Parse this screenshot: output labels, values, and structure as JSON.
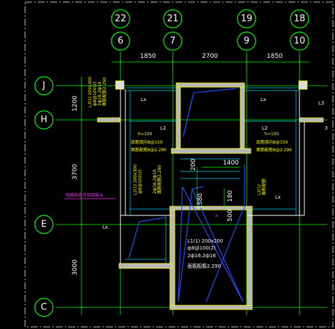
{
  "grid_columns_top": [
    "22",
    "21",
    "19",
    "18"
  ],
  "grid_columns_bottom": [
    "6",
    "7",
    "9",
    "10"
  ],
  "grid_rows": [
    "J",
    "H",
    "E",
    "C"
  ],
  "top_dimensions": [
    "1850",
    "2700",
    "1850"
  ],
  "left_dimensions": [
    "1200",
    "3700",
    "3000"
  ],
  "inner_dimensions": {
    "d1400": "1400",
    "d200": "200",
    "d1580": "1580",
    "d180": "180",
    "d500": "500"
  },
  "left_slab_note": [
    "h=100",
    "底筋双向8@150",
    "面筋配筋8@2.290"
  ],
  "right_slab_note": [
    "h=100",
    "底筋双向8@150",
    "面筋配筋8@2.290"
  ],
  "beam_top_left": [
    "L3(1) 200x300",
    "ф8@100(2)",
    "2ф16,2ф16",
    "面筋配筋2.290"
  ],
  "beam_mid_left": [
    "L2(1) 200x300",
    "ф8@100(2)",
    "2ф16,2ф16",
    "面筋配筋2.290"
  ],
  "beam_right": [
    "L2(1)",
    "面筋配筋"
  ],
  "beam_center": [
    "L1(1) 200x200",
    "ф8@100(2)",
    "2ф16,2ф16",
    "面筋配筋2.290"
  ],
  "magenta_note": "电梯井道详见结施-b",
  "small_labels": {
    "lx_top_left": "Lx",
    "lx_top_right": "Lx",
    "l3": "L3",
    "l2_left": "L2",
    "l2_right": "L2",
    "lx_mid": "Lx",
    "lx_right": "Lx",
    "cap": "3",
    "a_label": "a"
  }
}
